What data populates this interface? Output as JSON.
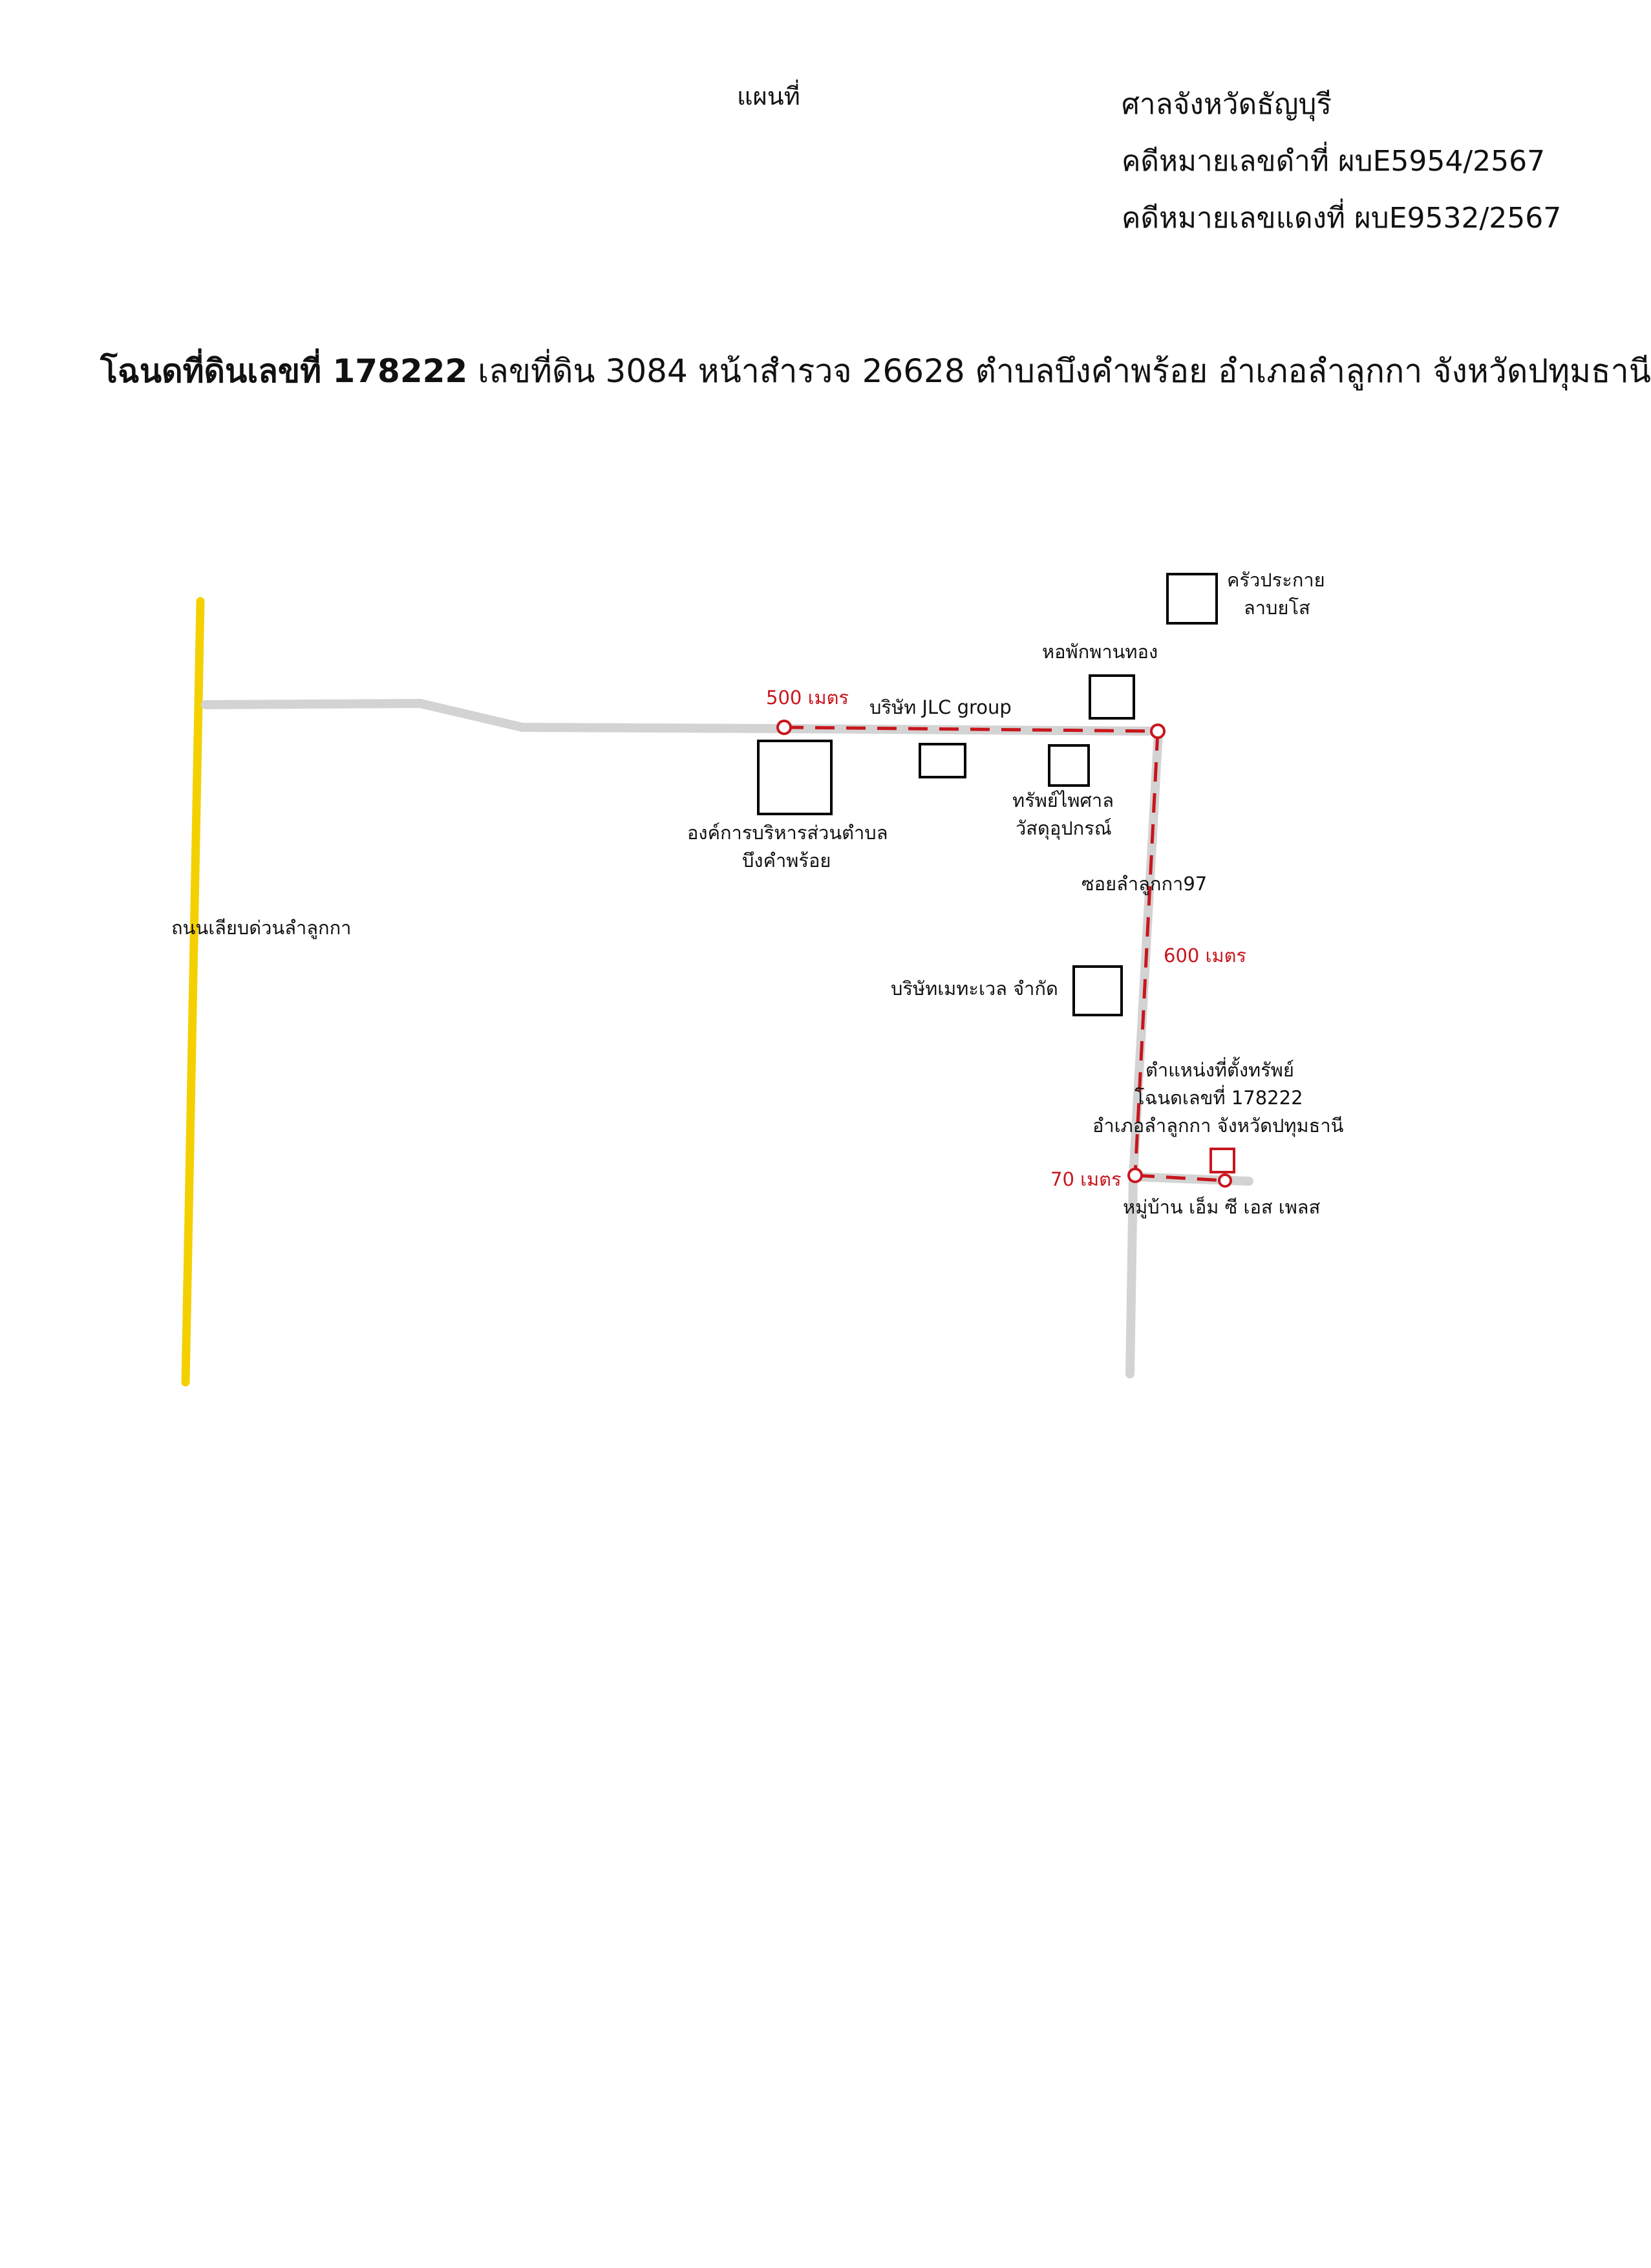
{
  "header": {
    "map_word": "แผนที่",
    "court": "ศาลจังหวัดธัญบุรี",
    "black_case": "คดีหมายเลขดำที่  ผบE5954/2567",
    "red_case": "คดีหมายเลขแดงที่ ผบE9532/2567"
  },
  "title": {
    "bold_part": "โฉนดที่ดินเลขที่ 178222",
    "rest": " เลขที่ดิน 3084 หน้าสำรวจ 26628 ตำบลบึงคำพร้อย อำเภอลำลูกกา จังหวัดปทุมธานี"
  },
  "map": {
    "colors": {
      "expressway": "#f5d000",
      "road": "#d3d3d3",
      "route": "#c8161d",
      "building": "#000000"
    },
    "labels": {
      "expressway": "ถนนเลียบด่วนลำลูกกา",
      "restaurant_line1": "ครัวประกาย",
      "restaurant_line2": "ลาบยโส",
      "dormitory": "หอพักพานทอง",
      "jlc": "บริษัท JLC group",
      "tao_line1": "องค์การบริหารส่วนตำบล",
      "tao_line2": "บึงคำพร้อย",
      "store_line1": "ทรัพย์ไพศาล",
      "store_line2": "วัสดุอุปกรณ์",
      "soi": "ซอยลำลูกกา97",
      "metawel": "บริษัทเมทะเวล จำกัด",
      "property_line1": "ตำแหน่งที่ตั้งทรัพย์",
      "property_line2": "โฉนดเลขที่ 178222",
      "property_line3": "อำเภอลำลูกกา จังหวัดปทุมธานี",
      "village": "หมู่บ้าน เอ็ม ซี เอส เพลส"
    },
    "distances": {
      "d1": "500 เมตร",
      "d2": "600 เมตร",
      "d3": "70 เมตร"
    }
  }
}
